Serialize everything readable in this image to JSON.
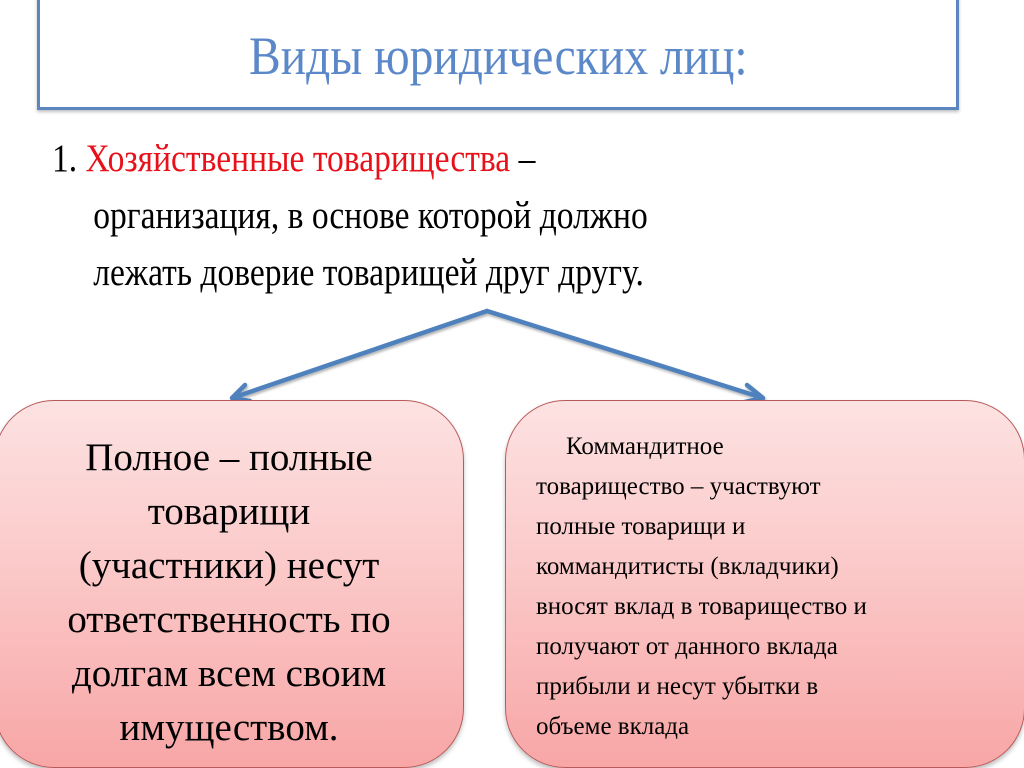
{
  "slide": {
    "title": "Виды юридических лиц:",
    "intro": {
      "number": "1.",
      "term": "Хозяйственные товарищества",
      "dash": " –",
      "line2": "организация, в основе которой должно",
      "line3": "лежать доверие товарищей  друг другу."
    },
    "boxes": [
      {
        "lines": [
          "Полное – полные",
          "товарищи",
          "(участники) несут",
          "ответственность по",
          "долгам всем своим",
          "имуществом."
        ]
      },
      {
        "lines": [
          "Коммандитное",
          "товарищество – участвуют",
          "полные товарищи и",
          "коммандитисты (вкладчики)",
          "вносят вклад в товарищество и",
          "получают от данного вклада",
          "прибыли и несут убытки в",
          "объеме вклада"
        ]
      }
    ]
  },
  "colors": {
    "title": "#5b88c8",
    "title_border": "#5b86c0",
    "term_red": "#e8111a",
    "arrow": "#4f81bd",
    "box_border": "#b95a5a",
    "box_fill_top": "#fde2e2",
    "box_fill_bottom": "#f8a6a6"
  }
}
